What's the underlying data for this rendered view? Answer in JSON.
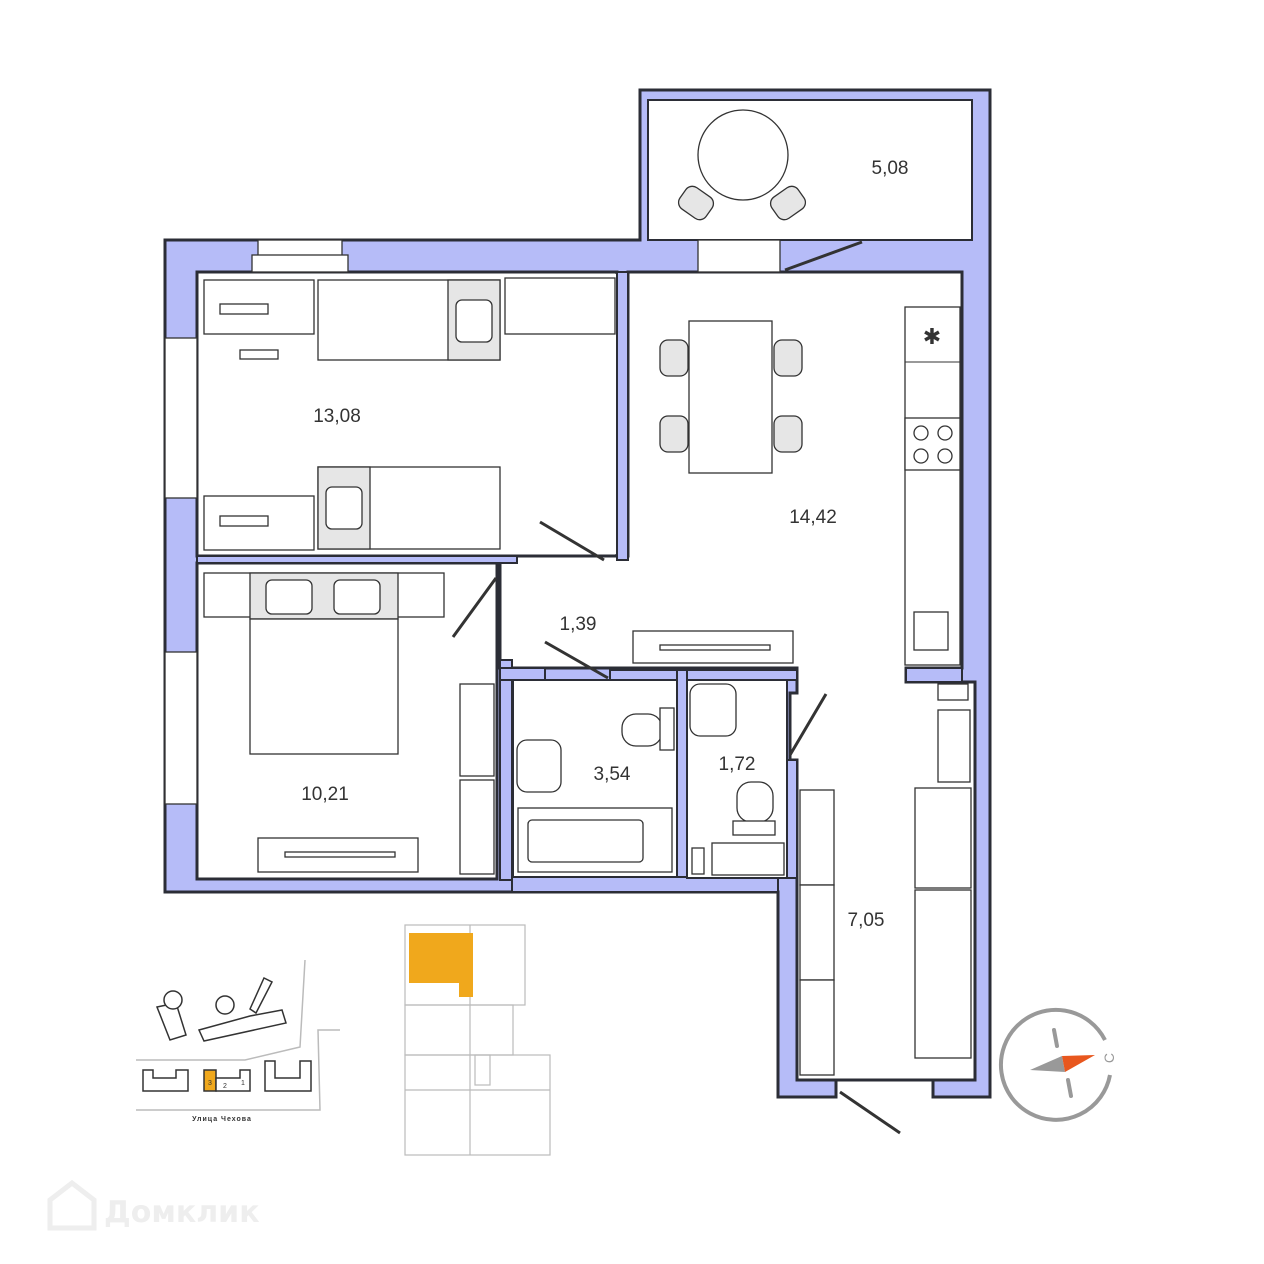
{
  "rooms": {
    "balcony_area": "5,08",
    "bedroom1_area": "13,08",
    "kitchen_area": "14,42",
    "hall_area": "1,39",
    "bathroom_area": "3,54",
    "wc_area": "1,72",
    "bedroom2_area": "10,21",
    "corridor_area": "7,05"
  },
  "site_plan": {
    "street_name": "Улица Чехова",
    "sections": [
      "3",
      "2",
      "1"
    ],
    "highlight_color": "#f0a81c"
  },
  "compass": {
    "north_letter": "С",
    "arrow_color": "#e8571e"
  },
  "watermark": "Домклик",
  "colors": {
    "wall": "#b6bcf8",
    "apartment_highlight": "#f0a81c"
  }
}
